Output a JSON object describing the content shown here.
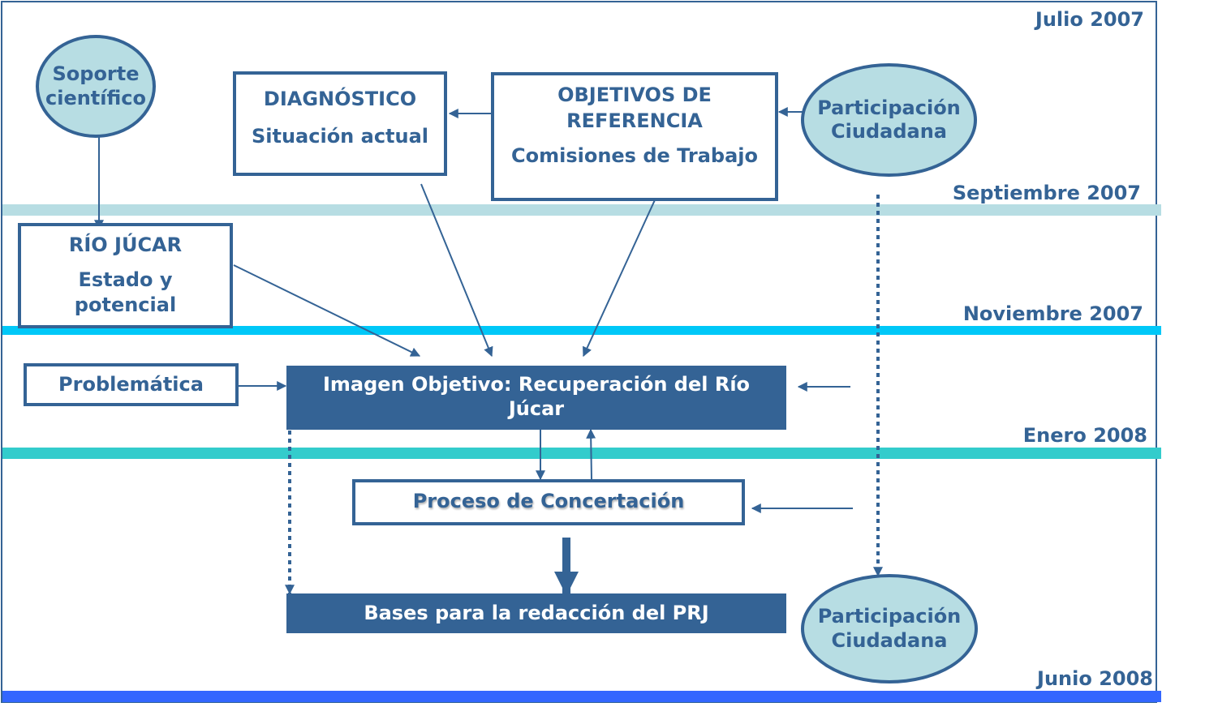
{
  "colors": {
    "primary": "#346395",
    "ellipse_fill": "#b7dde3",
    "band_sep_2007": "#b7dde3",
    "band_nov_2007": "#00c8f8",
    "band_ene_2008": "#33cccc",
    "band_jun_2008": "#3366ff"
  },
  "timeline": {
    "jul_2007": "Julio 2007",
    "sep_2007": "Septiembre 2007",
    "nov_2007": "Noviembre 2007",
    "ene_2008": "Enero 2008",
    "jun_2008": "Junio 2008"
  },
  "nodes": {
    "soporte": {
      "line1": "Soporte",
      "line2": "científico"
    },
    "diagnostico": {
      "title": "DIAGNÓSTICO",
      "subtitle": "Situación actual"
    },
    "objetivos": {
      "title1": "OBJETIVOS DE",
      "title2": "REFERENCIA",
      "subtitle": "Comisiones de Trabajo"
    },
    "participacion_top": {
      "line1": "Participación",
      "line2": "Ciudadana"
    },
    "rio_jucar": {
      "title": "RÍO JÚCAR",
      "line1": "Estado y",
      "line2": "potencial"
    },
    "problematica": {
      "label": "Problemática"
    },
    "imagen_objetivo": {
      "line1": "Imagen Objetivo: Recuperación del Río",
      "line2": "Júcar"
    },
    "concertacion": {
      "label": "Proceso de Concertación"
    },
    "bases": {
      "label": "Bases para la redacción del PRJ"
    },
    "participacion_bottom": {
      "line1": "Participación",
      "line2": "Ciudadana"
    }
  }
}
